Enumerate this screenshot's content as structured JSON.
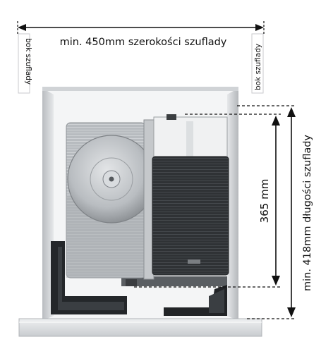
{
  "dimensions": {
    "drawer_width_label": "min. 450mm szerokości szuflady",
    "drawer_depth_label": "min. 418mm długości szuflady",
    "device_depth_label": "365 mm"
  },
  "labels": {
    "drawer_side_left": "bok szuflady",
    "drawer_side_right": "bok szuflady"
  },
  "colors": {
    "line": "#111111",
    "drawer_wall": "#d9dbdd",
    "drawer_floor": "#f4f5f6",
    "blade": "#b8bcc0",
    "housing_dark": "#2e3134"
  }
}
